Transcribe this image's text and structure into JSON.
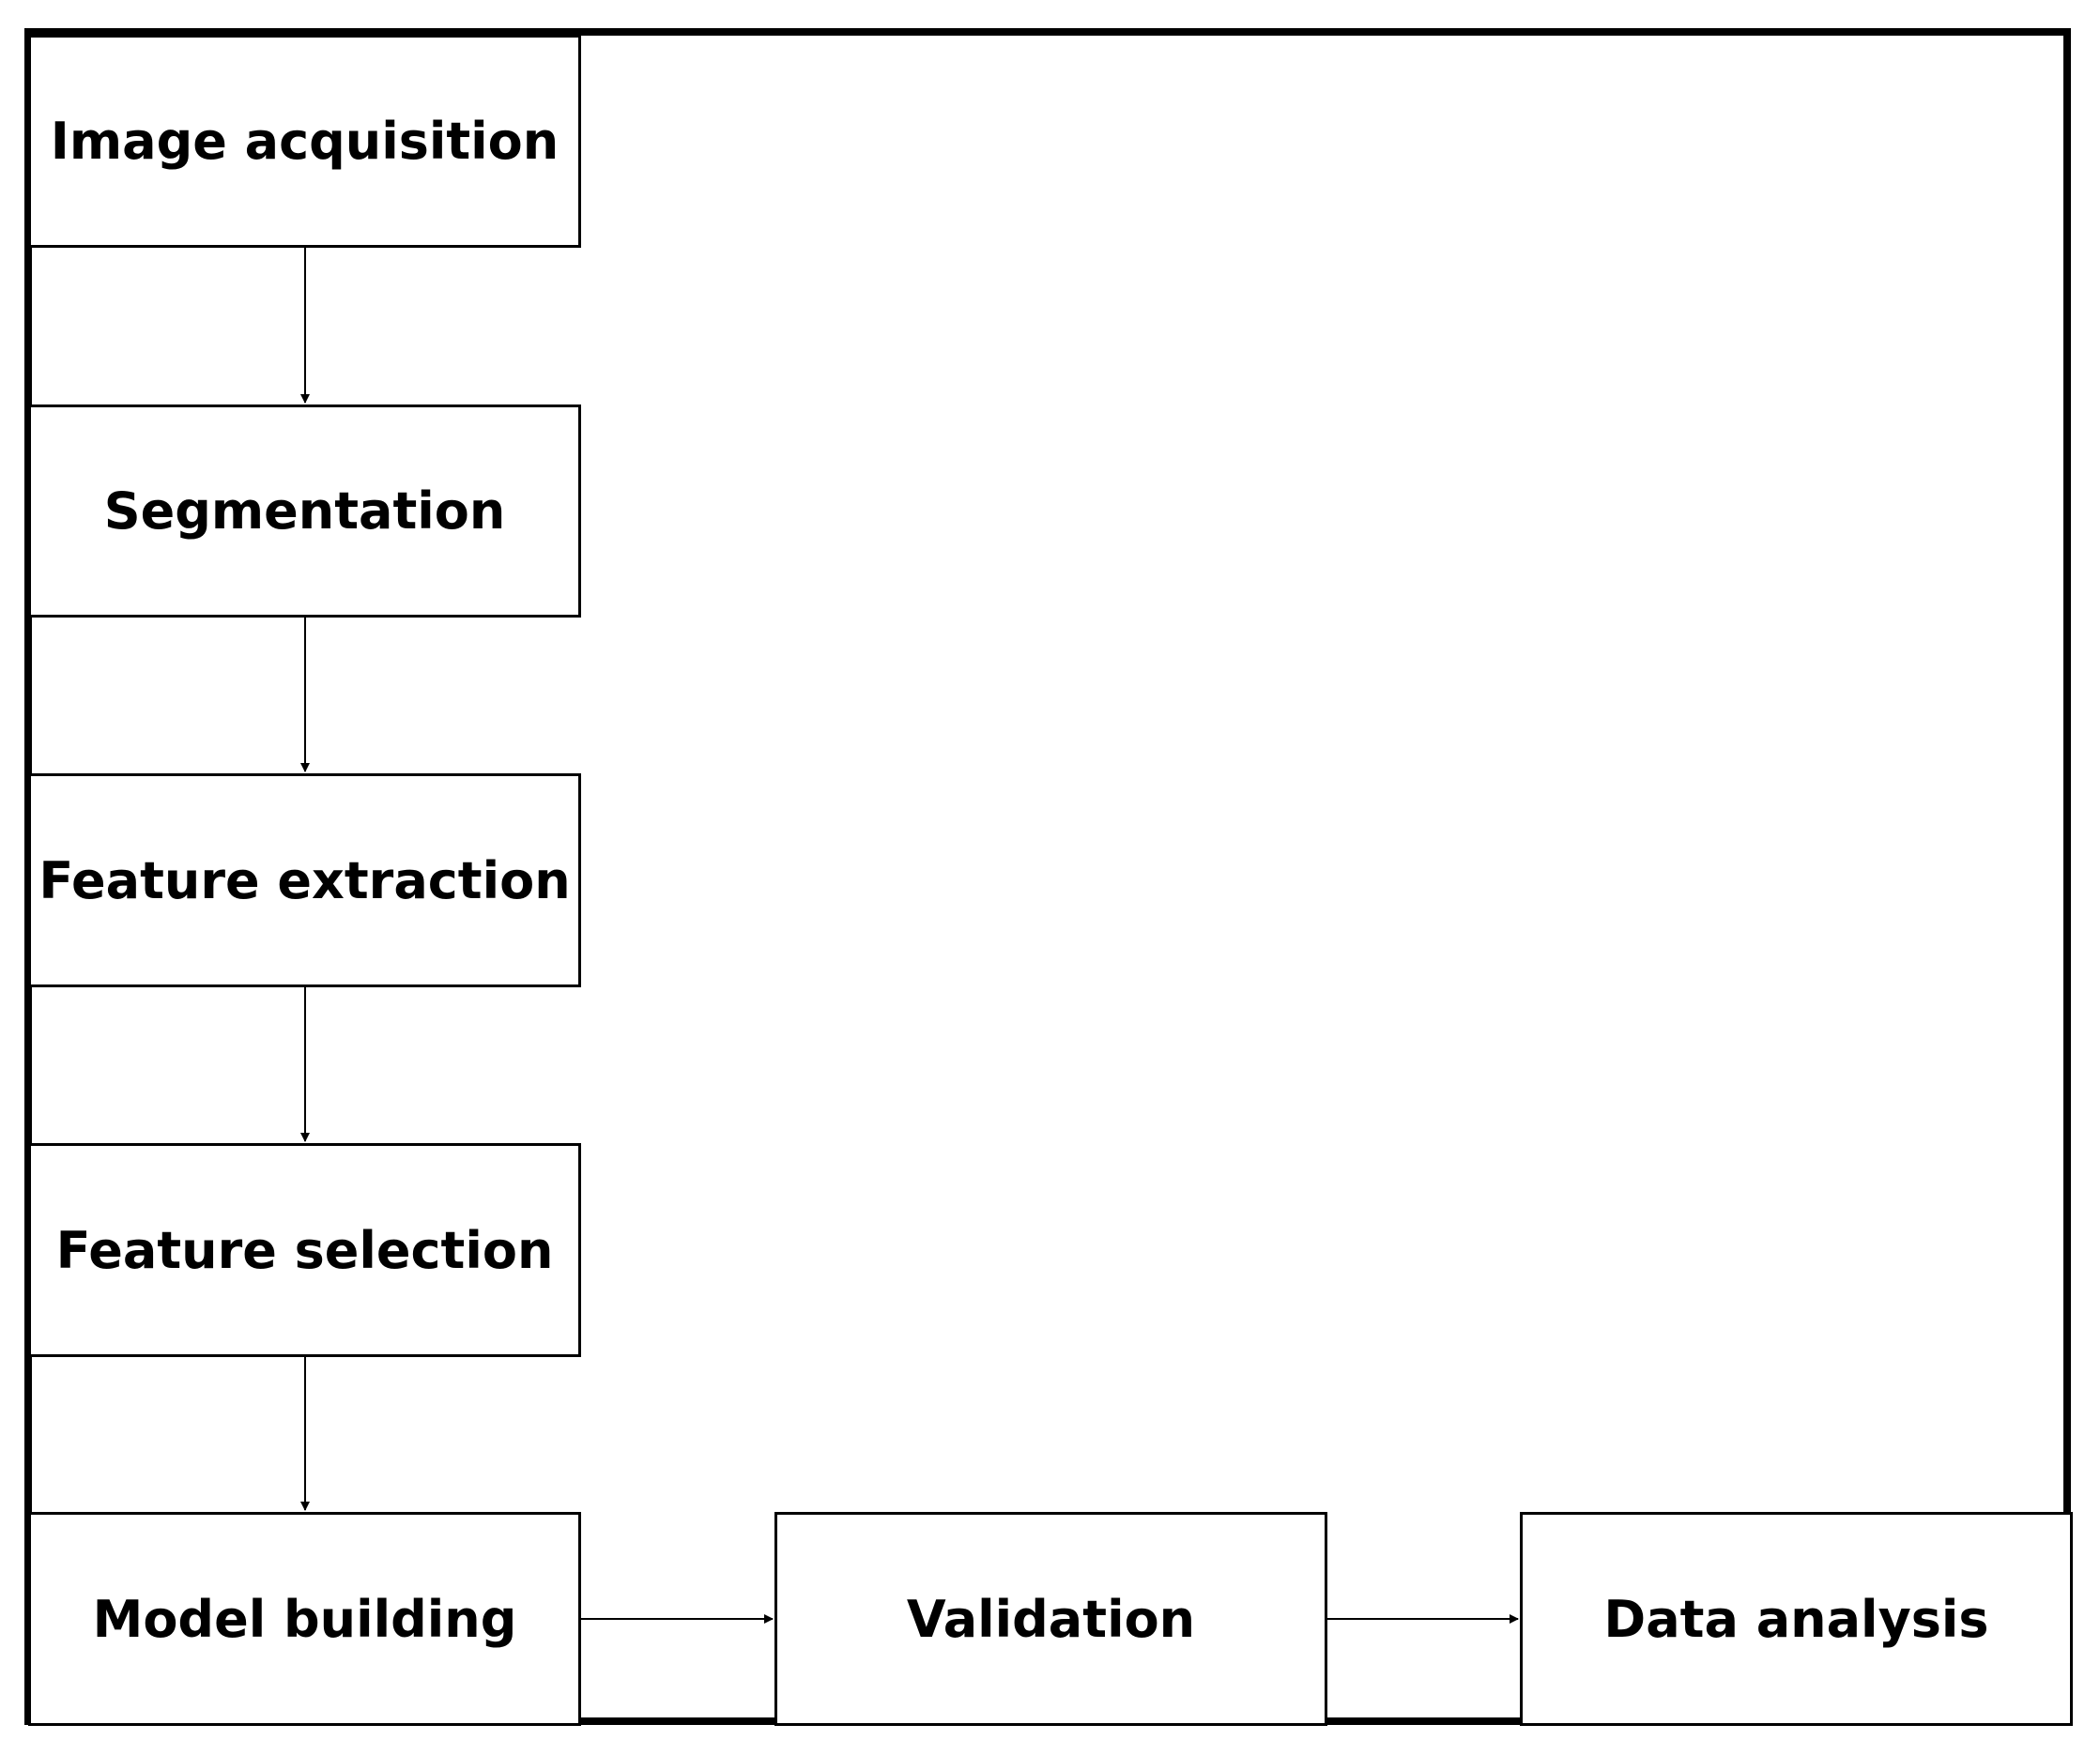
{
  "diagram": {
    "nodes": [
      {
        "id": "image_acquisition",
        "label": "Image acquisition"
      },
      {
        "id": "segmentation",
        "label": "Segmentation"
      },
      {
        "id": "feature_extraction",
        "label": "Feature extraction"
      },
      {
        "id": "feature_selection",
        "label": "Feature selection"
      },
      {
        "id": "model_building",
        "label": "Model building"
      },
      {
        "id": "validation",
        "label": "Validation"
      },
      {
        "id": "data_analysis",
        "label": "Data analysis"
      }
    ],
    "edges": [
      {
        "from": "image_acquisition",
        "to": "segmentation"
      },
      {
        "from": "segmentation",
        "to": "feature_extraction"
      },
      {
        "from": "feature_extraction",
        "to": "feature_selection"
      },
      {
        "from": "feature_selection",
        "to": "model_building"
      },
      {
        "from": "model_building",
        "to": "validation"
      },
      {
        "from": "validation",
        "to": "data_analysis"
      }
    ],
    "colors": {
      "border": "#000000",
      "background": "#ffffff",
      "text": "#000000"
    }
  }
}
